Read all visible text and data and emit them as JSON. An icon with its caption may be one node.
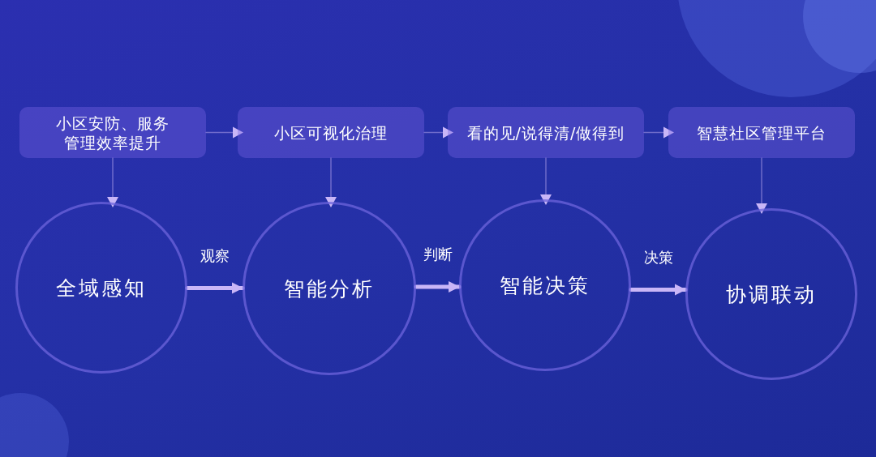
{
  "diagram": {
    "nodes": [
      {
        "text": [
          "小区安防、服务管理效率提升"
        ]
      },
      {
        "text": [
          "小区可视化治理"
        ]
      },
      {
        "text": [
          "看的见/说得清/做得到"
        ]
      },
      {
        "text": [
          "智慧社区管理平台"
        ]
      },
      {
        "text": [
          "全域感知"
        ]
      },
      {
        "text": [
          "智能分析"
        ]
      },
      {
        "text": [
          "智能决策"
        ]
      },
      {
        "text": [
          "协调联动"
        ]
      }
    ],
    "edges": [
      {
        "from": 0,
        "to": 1,
        "arrow": "to"
      },
      {
        "from": 1,
        "to": 2,
        "arrow": "to"
      },
      {
        "from": 2,
        "to": 3,
        "arrow": "to"
      },
      {
        "from": 0,
        "to": 4,
        "arrow": "to"
      },
      {
        "from": 1,
        "to": 5,
        "arrow": "to"
      },
      {
        "from": 2,
        "to": 6,
        "arrow": "to"
      },
      {
        "from": 3,
        "to": 7,
        "arrow": "to"
      },
      {
        "from": 4,
        "to": 5,
        "arrow": "to",
        "label": "观察",
        "style": "thick"
      },
      {
        "from": 5,
        "to": 6,
        "arrow": "to",
        "label": "判断",
        "style": "thick"
      },
      {
        "from": 6,
        "to": 7,
        "arrow": "to",
        "label": "决策",
        "style": "thick"
      }
    ]
  }
}
